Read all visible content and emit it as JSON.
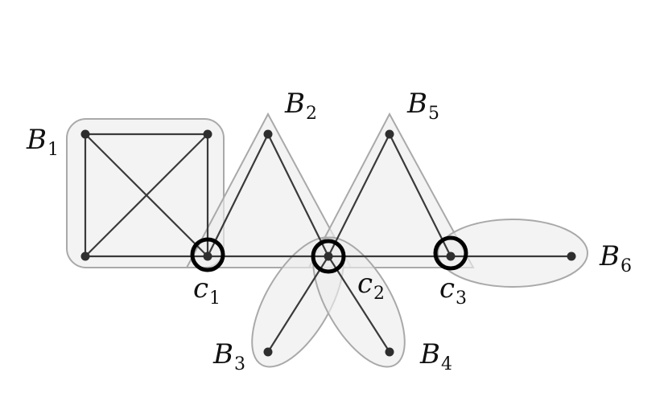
{
  "blocks": [
    {
      "id": "B1",
      "letter": "B",
      "sub": "1"
    },
    {
      "id": "B2",
      "letter": "B",
      "sub": "2"
    },
    {
      "id": "B3",
      "letter": "B",
      "sub": "3"
    },
    {
      "id": "B4",
      "letter": "B",
      "sub": "4"
    },
    {
      "id": "B5",
      "letter": "B",
      "sub": "5"
    },
    {
      "id": "B6",
      "letter": "B",
      "sub": "6"
    }
  ],
  "cut_vertices": [
    {
      "id": "c1",
      "letter": "c",
      "sub": "1"
    },
    {
      "id": "c2",
      "letter": "c",
      "sub": "2"
    },
    {
      "id": "c3",
      "letter": "c",
      "sub": "3"
    }
  ],
  "colors": {
    "block_fill": "#ececec",
    "block_stroke": "#a9a9a9",
    "edge": "#3a3a3a",
    "cut_ring": "#000000"
  }
}
